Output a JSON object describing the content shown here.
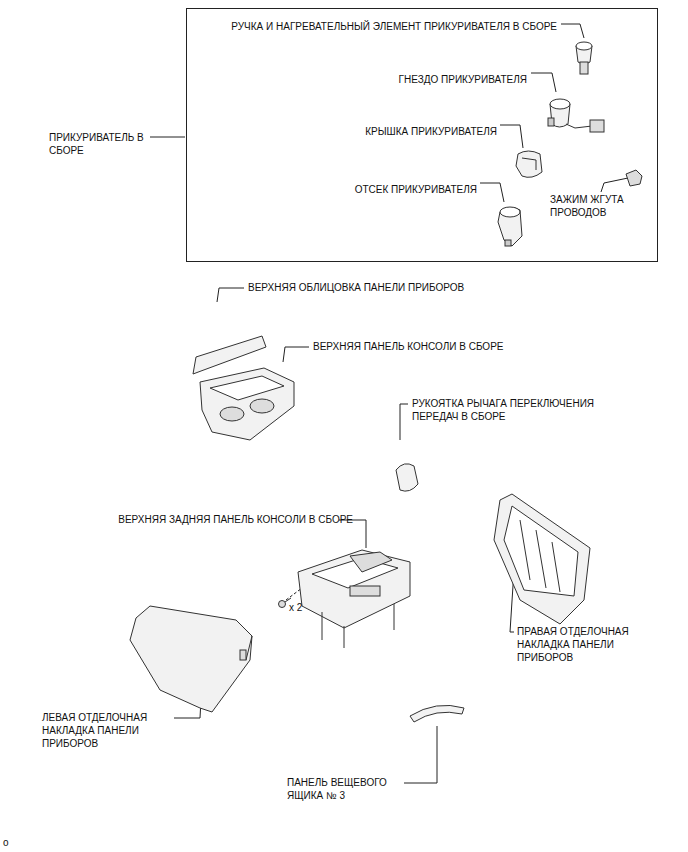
{
  "diagram": {
    "nodes": [
      {
        "text": [
          "ПРИКУРИВАТЕЛЬ В СБОРЕ",
          "РУЧКА И НАГРЕВАТЕЛЬНЫЙ ЭЛЕМЕНТ ПРИКУРИВАТЕЛЯ В СБОРЕ",
          "ГНЕЗДО ПРИКУРИВАТЕЛЯ",
          "КРЫШКА ПРИКУРИВАТЕЛЯ",
          "ОТСЕК ПРИКУРИВАТЕЛЯ",
          "ЗАЖИМ ЖГУТА ПРОВОДОВ"
        ]
      }
    ],
    "edges": [],
    "labels": [
      "ВЕРХНЯЯ ОБЛИЦОВКА ПАНЕЛИ ПРИБОРОВ",
      "ВЕРХНЯЯ ПАНЕЛЬ КОНСОЛИ В СБОРЕ",
      "РУКОЯТКА РЫЧАГА ПЕРЕКЛЮЧЕНИЯ ПЕРЕДАЧ В СБОРЕ",
      "ВЕРХНЯЯ ЗАДНЯЯ ПАНЕЛЬ КОНСОЛИ В СБОРЕ",
      "x 2",
      "ПРАВАЯ ОТДЕЛОЧНАЯ НАКЛАДКА ПАНЕЛИ ПРИБОРОВ",
      "ЛЕВАЯ ОТДЕЛОЧНАЯ НАКЛАДКА ПАНЕЛИ ПРИБОРОВ",
      "ПАНЕЛЬ ВЕЩЕВОГО ЯЩИКА № 3",
      "o"
    ]
  }
}
